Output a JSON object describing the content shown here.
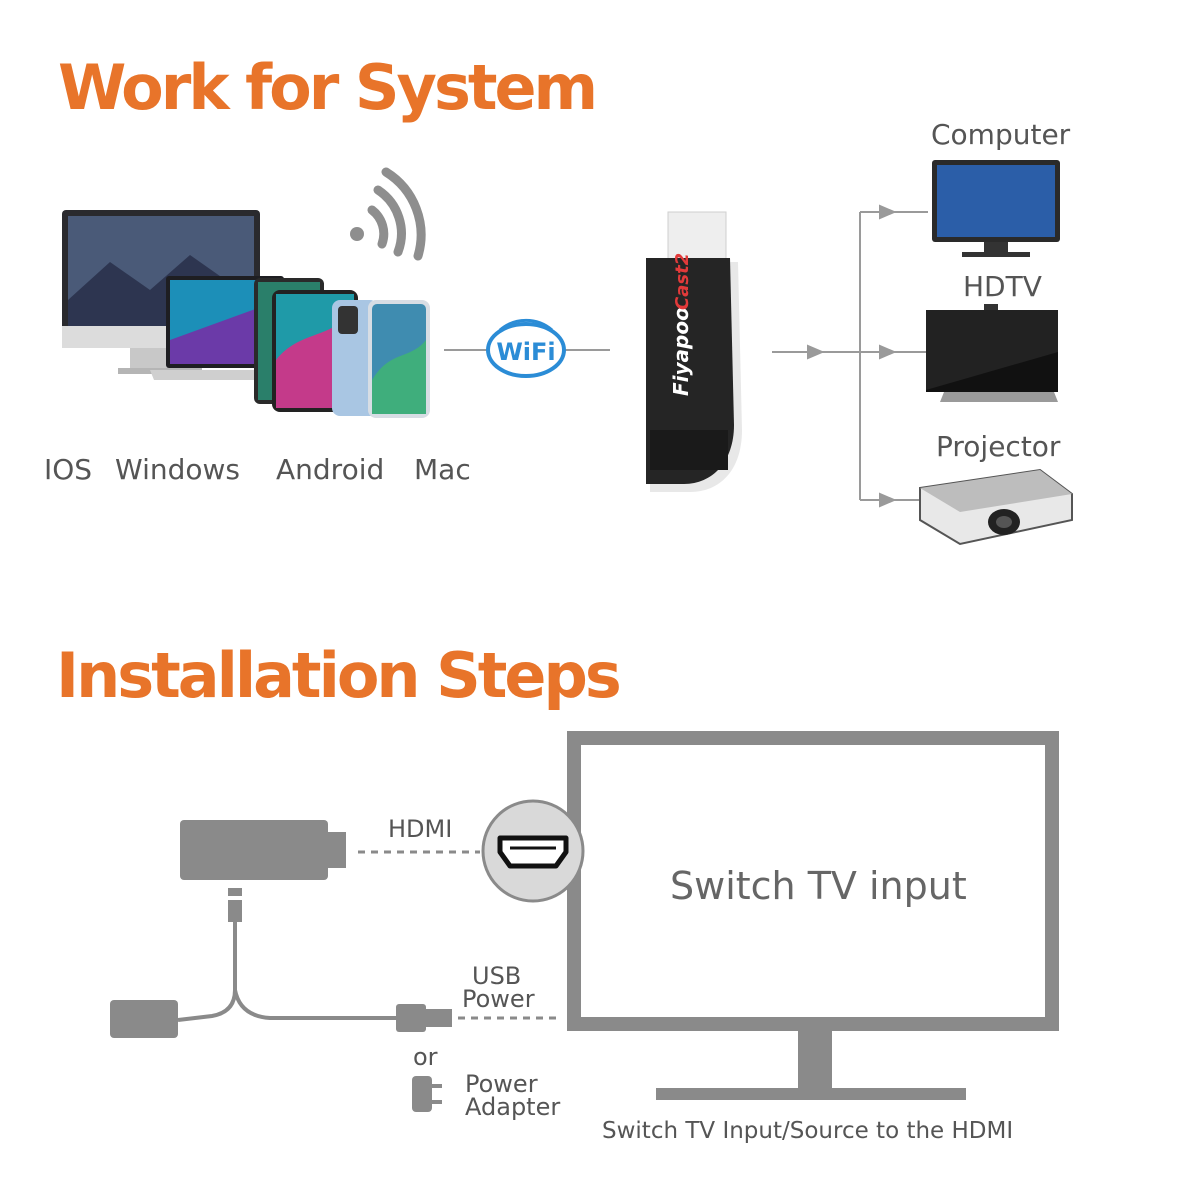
{
  "section1": {
    "title": "Work for System",
    "systems": [
      "IOS",
      "Windows",
      "Android",
      "Mac"
    ],
    "wifi_badge": "WiFi",
    "dongle_brand": "Fiyapoo",
    "dongle_model": "Cast2",
    "outputs": [
      "Computer",
      "HDTV",
      "Projector"
    ]
  },
  "section2": {
    "title": "Installation Steps",
    "hdmi_label": "HDMI",
    "tv_text": "Switch TV input",
    "usb_label_line1": "USB",
    "usb_label_line2": "Power",
    "or_label": "or",
    "adapter_label_line1": "Power",
    "adapter_label_line2": "Adapter",
    "footer": "Switch TV Input/Source to the HDMI"
  },
  "colors": {
    "heading": "#e8742a",
    "diagram_gray": "#8a8a8a",
    "text_gray": "#555555"
  }
}
